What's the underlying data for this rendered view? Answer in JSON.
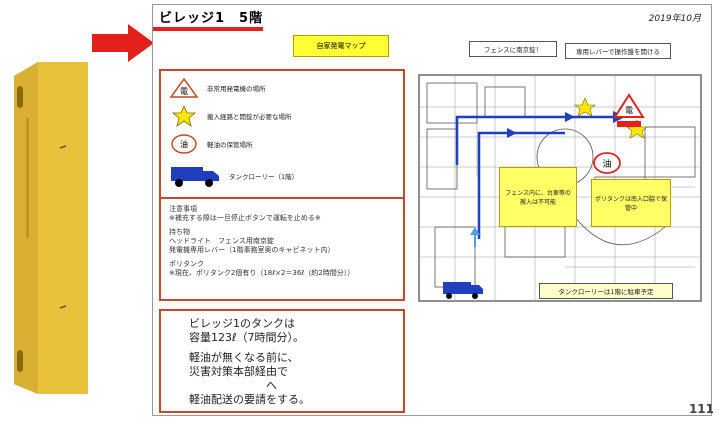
{
  "header": {
    "title": "ビレッジ1　5階",
    "date": "2019年10月",
    "map_label": "自家発電マップ"
  },
  "legend": {
    "items": [
      {
        "symbol": "電",
        "label": "非常用発電機の場所"
      },
      {
        "symbol": "star",
        "label": "搬入経路と開錠が必要な場所"
      },
      {
        "symbol": "油",
        "label": "軽油の保管場所"
      },
      {
        "symbol": "truck",
        "label": "タンクローリー（1階）"
      }
    ]
  },
  "notes": {
    "lines": [
      "注意事項",
      "※補充する際は一旦停止ボタンで運転を止める※",
      "",
      "持ち物",
      "ヘッドライト　フェンス用南京錠",
      "発電機専用レバー（1階事務室奥のキャビネット内）",
      "",
      "ポリタンク",
      "※現在、ポリタンク2個有り（18ℓ×2＝36ℓ（約2時間分））"
    ]
  },
  "tank_info": {
    "lines": [
      "ビレッジ1のタンクは",
      "容量123ℓ（7時間分）。",
      "",
      "軽油が無くなる前に、",
      "災害対策本部経由で",
      "　　　　　　　へ",
      "軽油配送の要請をする。"
    ]
  },
  "plan": {
    "callouts": {
      "fence_lock": "フェンスに南京錠！",
      "lever": "専用レバーで操作盤を開ける",
      "fence_inside": "フェンス内に、台車等の搬入は不可能",
      "poly_tank": "ポリタンクは南入口脇で保管中",
      "tanker": "タンクローリーは1階に駐車予定"
    },
    "symbols": {
      "generator": "電",
      "oil": "油"
    }
  },
  "page_number": "111",
  "colors": {
    "accent_red": "#e3211c",
    "panel_border": "#c44a2a",
    "binder_yellow": "#e8c23a",
    "highlight_yellow": "#ffff33",
    "route_blue": "#1f3fbf"
  }
}
